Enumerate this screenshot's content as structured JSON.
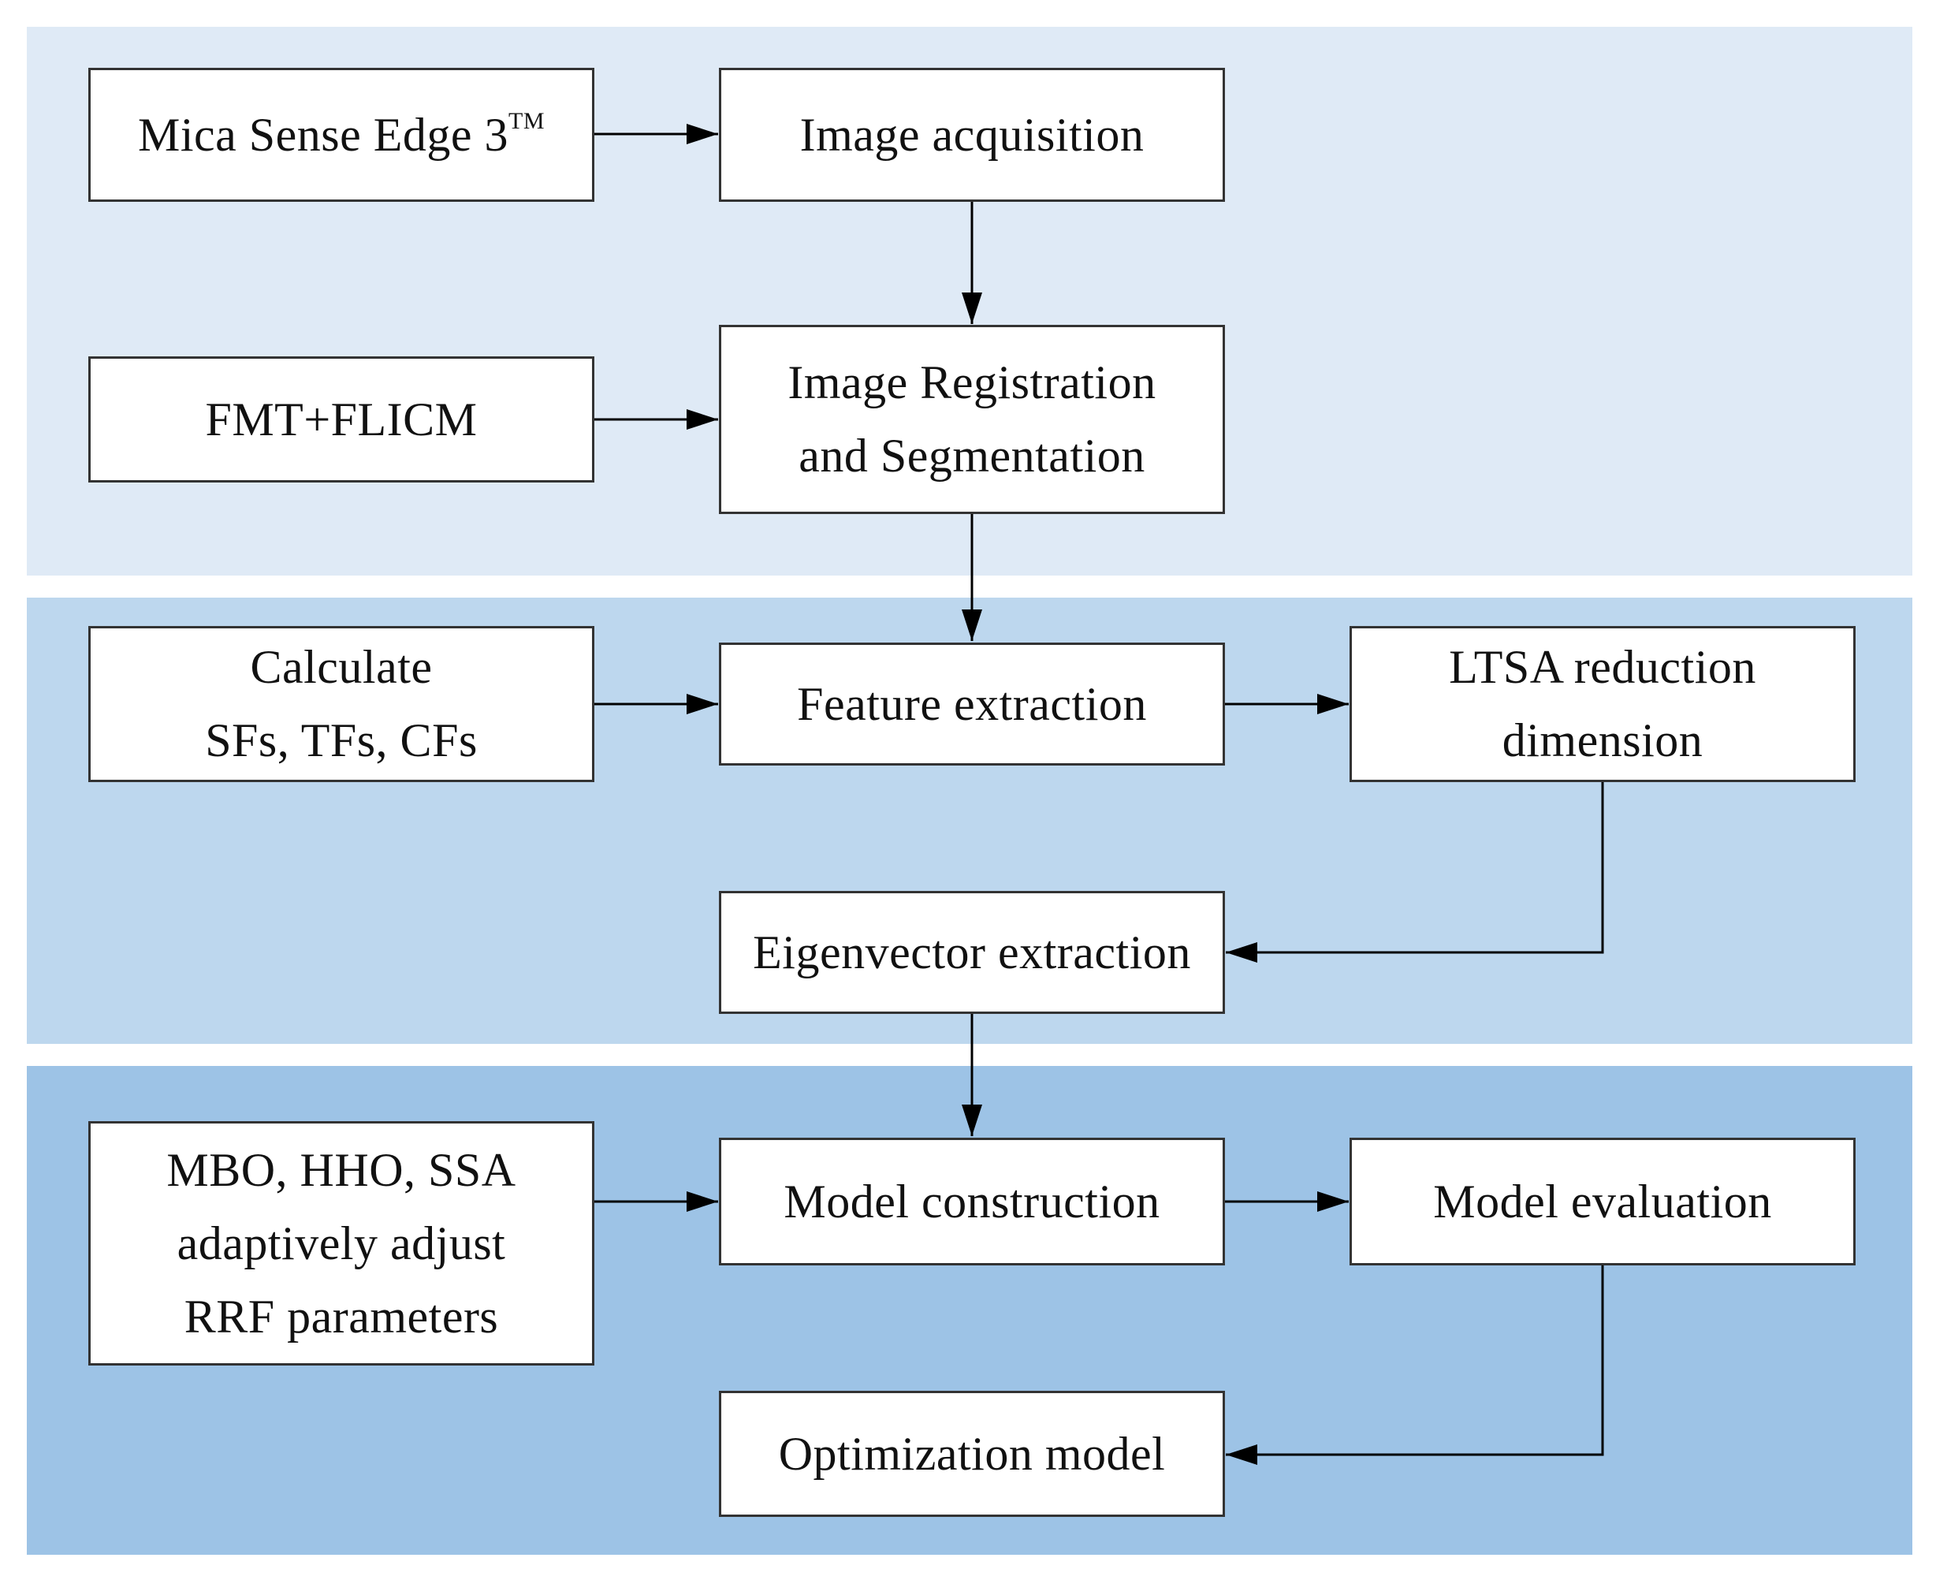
{
  "colors": {
    "band_top": "#dfeaf6",
    "band_middle": "#bdd7ee",
    "band_bottom": "#9dc3e6",
    "box_fill": "#ffffff",
    "box_border": "#333333",
    "arrow": "#000000"
  },
  "nodes": {
    "camera": {
      "text": "Mica Sense Edge 3",
      "superscript": "TM"
    },
    "acquisition": {
      "lines": [
        "Image acquisition"
      ]
    },
    "fmt": {
      "lines": [
        "FMT+FLICM"
      ]
    },
    "registration": {
      "lines": [
        "Image Registration",
        "and Segmentation"
      ]
    },
    "calculate": {
      "lines": [
        "Calculate",
        "SFs, TFs, CFs"
      ]
    },
    "feature": {
      "lines": [
        "Feature extraction"
      ]
    },
    "ltsa": {
      "lines": [
        "LTSA reduction",
        "dimension"
      ]
    },
    "eigen": {
      "lines": [
        "Eigenvector extraction"
      ]
    },
    "optimizers": {
      "lines": [
        "MBO, HHO, SSA",
        "adaptively adjust",
        "RRF parameters"
      ]
    },
    "construction": {
      "lines": [
        "Model construction"
      ]
    },
    "evaluation": {
      "lines": [
        "Model evaluation"
      ]
    },
    "optimization": {
      "lines": [
        "Optimization model"
      ]
    }
  },
  "edges": [
    {
      "from": "camera",
      "to": "acquisition"
    },
    {
      "from": "acquisition",
      "to": "registration"
    },
    {
      "from": "fmt",
      "to": "registration"
    },
    {
      "from": "registration",
      "to": "feature"
    },
    {
      "from": "calculate",
      "to": "feature"
    },
    {
      "from": "feature",
      "to": "ltsa"
    },
    {
      "from": "ltsa",
      "to": "eigen"
    },
    {
      "from": "eigen",
      "to": "construction"
    },
    {
      "from": "optimizers",
      "to": "construction"
    },
    {
      "from": "construction",
      "to": "evaluation"
    },
    {
      "from": "evaluation",
      "to": "optimization"
    }
  ]
}
